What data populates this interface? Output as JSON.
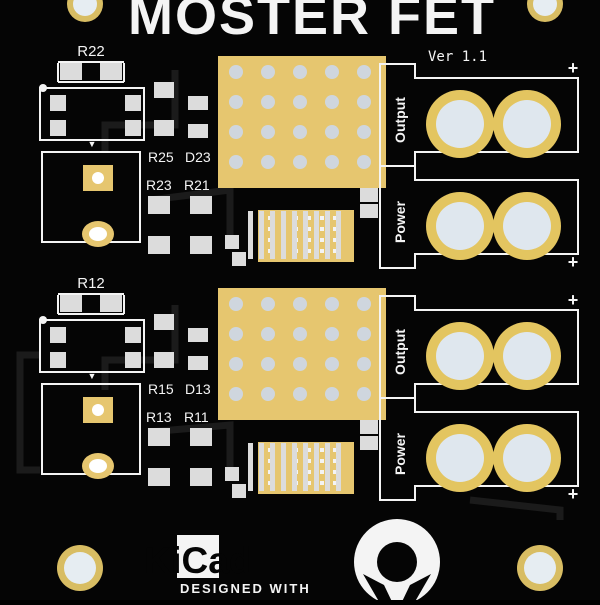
{
  "board": {
    "title": "MOSTER FET",
    "version": "Ver 1.1",
    "colors": {
      "pcb": "#050505",
      "copper": "#e6c66f",
      "silk": "#f4f4f4",
      "trace": "#202020",
      "hole": "#dfe7ee"
    }
  },
  "channels": [
    {
      "resistor_top": "R22",
      "labels": [
        "R25",
        "D23",
        "R23",
        "R21"
      ],
      "output": "Output",
      "power": "Power",
      "plus_signs": [
        "+",
        "+"
      ]
    },
    {
      "resistor_top": "R12",
      "labels": [
        "R15",
        "D13",
        "R13",
        "R11"
      ],
      "output": "Output",
      "power": "Power",
      "plus_signs": [
        "+",
        "+"
      ]
    }
  ],
  "logos": {
    "kicad": "KiCad",
    "kicad_sub": "DESIGNED WITH",
    "gear_icon": "open-hardware-icon"
  }
}
